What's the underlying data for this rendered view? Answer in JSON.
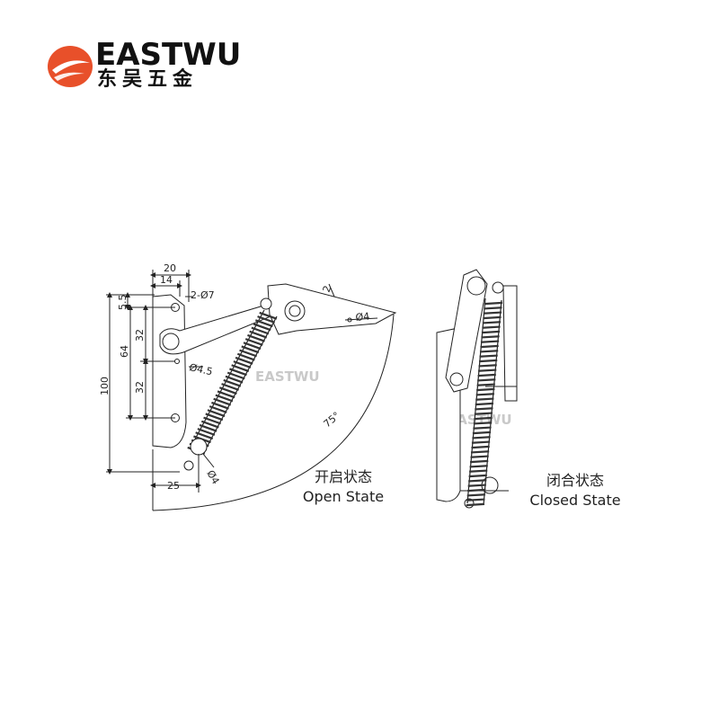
{
  "brand": {
    "name": "EASTWU",
    "name_cn": "东吴五金",
    "accent_color": "#e8502a",
    "watermark": "EASTWU"
  },
  "drawing": {
    "dimensions": {
      "d20": "20",
      "d14": "14",
      "d5_5": "5.5",
      "d32a": "32",
      "d64": "64",
      "d32b": "32",
      "d100": "100",
      "d25": "25",
      "hole7": "2-Ø7",
      "hole4_5": "Ø4.5",
      "hole4a": "Ø4",
      "hole4b": "Ø4",
      "d2": "2",
      "angle": "75°"
    },
    "open_state": {
      "label_cn": "开启状态",
      "label_en": "Open State"
    },
    "closed_state": {
      "label_cn": "闭合状态",
      "label_en": "Closed State"
    }
  }
}
